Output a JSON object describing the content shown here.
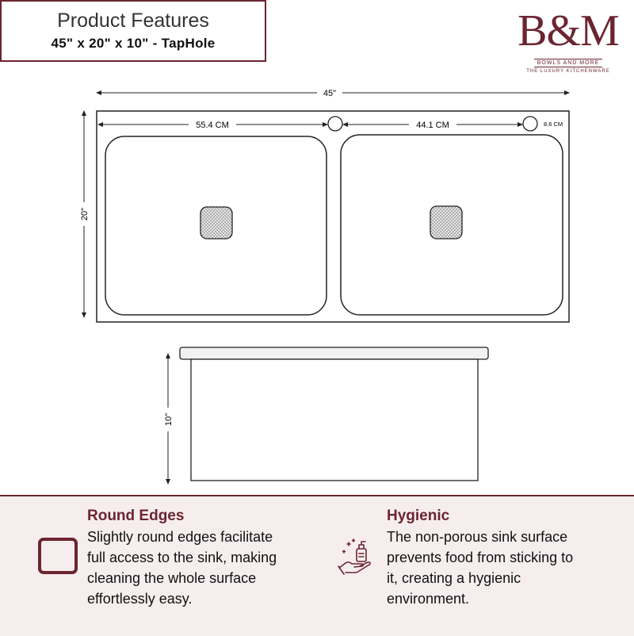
{
  "header": {
    "title": "Product Features",
    "subtitle": "45\" x 20\" x 10\" - TapHole"
  },
  "logo": {
    "mark": "B&M",
    "tagline_top": "BOWLS AND MORE",
    "tagline_bottom": "THE LUXURY KITCHENWARE"
  },
  "diagram": {
    "width_label": "45\"",
    "height_label": "20\"",
    "depth_label": "10\"",
    "left_distance_label": "55.4 CM",
    "right_distance_label": "44.1 CM",
    "taphole_label": "8.6 CM"
  },
  "features": [
    {
      "title": "Round Edges",
      "lines": [
        "Slightly round edges facilitate",
        "full access to the sink, making",
        "cleaning the whole surface",
        "effortlessly easy."
      ],
      "icon": "rounded-square-icon"
    },
    {
      "title": "Hygienic",
      "lines": [
        "The non-porous sink surface",
        "prevents food from sticking to",
        "it, creating a hygienic",
        "environment."
      ],
      "icon": "hand-soap-icon"
    }
  ],
  "colors": {
    "brand": "#6b2530",
    "panel": "#f6eeee"
  }
}
